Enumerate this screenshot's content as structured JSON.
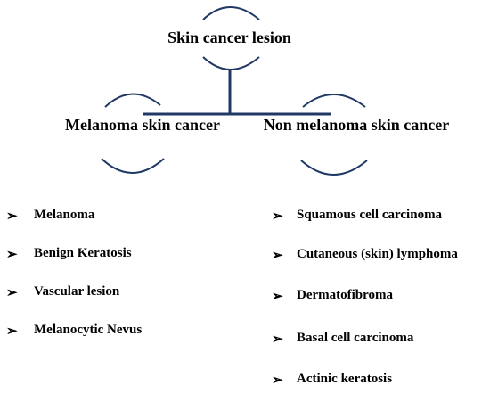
{
  "diagram": {
    "root": {
      "label": "Skin cancer lesion"
    },
    "branches": [
      {
        "label": "Melanoma skin cancer",
        "items": [
          "Melanoma",
          "Benign Keratosis",
          "Vascular lesion",
          "Melanocytic Nevus"
        ]
      },
      {
        "label": "Non melanoma skin cancer",
        "items": [
          "Squamous cell carcinoma",
          "Cutaneous (skin) lymphoma",
          "Dermatofibroma",
          "Basal cell carcinoma",
          "Actinic keratosis"
        ]
      }
    ],
    "bullet_glyph": "➢",
    "line_color": "#1f3864"
  }
}
